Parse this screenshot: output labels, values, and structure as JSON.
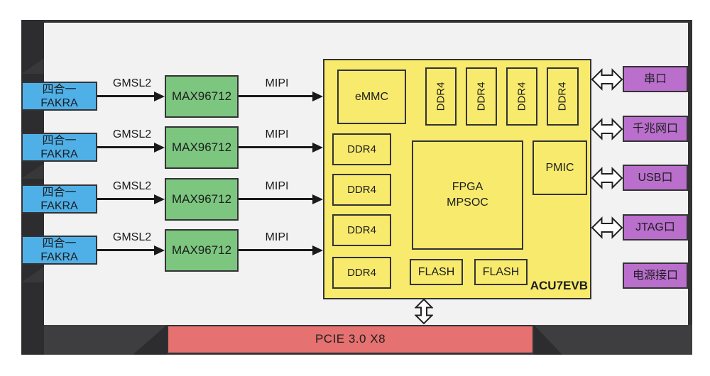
{
  "colors": {
    "page_bg": "#ffffff",
    "canvas_bg": "#f2f2f2",
    "frame_dark": "#2d2d2f",
    "frame_mid": "#3e3e40",
    "frame_line": "#323234",
    "blue": "#4fb0e8",
    "green": "#7cc67f",
    "yellow": "#f8ea6d",
    "purple": "#b96fcb",
    "red": "#e57170",
    "ink": "#1d1d1f"
  },
  "rows": [
    {
      "input_line1": "四合一",
      "input_line2": "FAKRA",
      "bus_in": "GMSL2",
      "deserializer": "MAX96712",
      "bus_out": "MIPI"
    },
    {
      "input_line1": "四合一",
      "input_line2": "FAKRA",
      "bus_in": "GMSL2",
      "deserializer": "MAX96712",
      "bus_out": "MIPI"
    },
    {
      "input_line1": "四合一",
      "input_line2": "FAKRA",
      "bus_in": "GMSL2",
      "deserializer": "MAX96712",
      "bus_out": "MIPI"
    },
    {
      "input_line1": "四合一",
      "input_line2": "FAKRA",
      "bus_in": "GMSL2",
      "deserializer": "MAX96712",
      "bus_out": "MIPI"
    }
  ],
  "soc": {
    "emmc": "eMMC",
    "ddr_top": [
      "DDR4",
      "DDR4",
      "DDR4",
      "DDR4"
    ],
    "ddr_left": [
      "DDR4",
      "DDR4",
      "DDR4",
      "DDR4"
    ],
    "fpga_line1": "FPGA",
    "fpga_line2": "MPSOC",
    "pmic": "PMIC",
    "flash": [
      "FLASH",
      "FLASH"
    ],
    "board_name": "ACU7EVB"
  },
  "ports": [
    {
      "label": "串口"
    },
    {
      "label": "千兆网口"
    },
    {
      "label": "USB口"
    },
    {
      "label": "JTAG口"
    },
    {
      "label": "电源接口"
    }
  ],
  "pcie": {
    "label": "PCIE 3.0 X8"
  }
}
